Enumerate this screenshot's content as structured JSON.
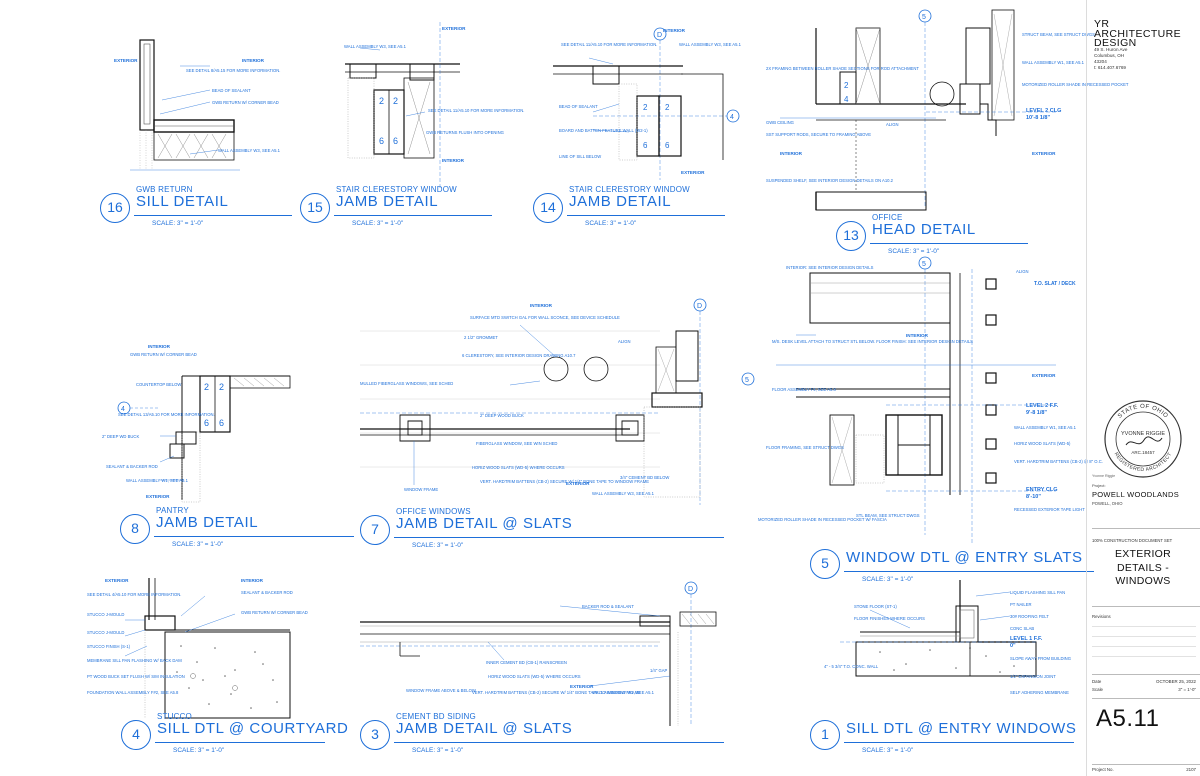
{
  "details": [
    {
      "number": "16",
      "subtitle": "GWB RETURN",
      "title": "SILL DETAIL",
      "scale": "SCALE:   3\" = 1'-0\""
    },
    {
      "number": "15",
      "subtitle": "STAIR CLERESTORY WINDOW",
      "title": "JAMB DETAIL",
      "scale": "SCALE:   3\" = 1'-0\""
    },
    {
      "number": "14",
      "subtitle": "STAIR CLERESTORY WINDOW",
      "title": "JAMB DETAIL",
      "scale": "SCALE:   3\" = 1'-0\""
    },
    {
      "number": "13",
      "subtitle": "OFFICE",
      "title": "HEAD DETAIL",
      "scale": "SCALE:   3\" = 1'-0\""
    },
    {
      "number": "8",
      "subtitle": "PANTRY",
      "title": "JAMB DETAIL",
      "scale": "SCALE:   3\" = 1'-0\""
    },
    {
      "number": "7",
      "subtitle": "OFFICE WINDOWS",
      "title": "JAMB DETAIL @ SLATS",
      "scale": "SCALE:   3\" = 1'-0\""
    },
    {
      "number": "5",
      "subtitle": "",
      "title": "WINDOW DTL @ ENTRY SLATS",
      "scale": "SCALE:   3\" = 1'-0\""
    },
    {
      "number": "4",
      "subtitle": "STUCCO",
      "title": "SILL DTL @ COURTYARD",
      "scale": "SCALE:   3\" = 1'-0\""
    },
    {
      "number": "3",
      "subtitle": "CEMENT BD SIDING",
      "title": "JAMB DETAIL @ SLATS",
      "scale": "SCALE:   3\" = 1'-0\""
    },
    {
      "number": "1",
      "subtitle": "",
      "title": "SILL DTL @ ENTRY WINDOWS",
      "scale": "SCALE:   3\" = 1'-0\""
    }
  ],
  "labels": {
    "exterior": "EXTERIOR",
    "interior": "INTERIOR",
    "d16": [
      "SEE DETAIL 8/A5.15 FOR MORE INFORMATION.",
      "BEAD OF SEALANT",
      "GWB RETURN W/ CORNER BEAD",
      "WALL ASSEMBLY W3, SEE A5.1"
    ],
    "d15": [
      "WALL ASSEMBLY W3, SEE A5.1",
      "SEE DETAIL 11/A5.10 FOR MORE INFORMATION.",
      "GWB RETURNS FLUSH INTO OPENING"
    ],
    "d14": [
      "SEE DETAIL 11/A5.10 FOR MORE INFORMATION.",
      "WALL ASSEMBLY W3, SEE A5.1",
      "BEAD OF SEALANT",
      "BOARD AND BATTEN FEATURE WALL (W2-1)",
      "LINE OF SILL BELOW"
    ],
    "d13": [
      "2X FRAMING BETWEEN ROLLER SHADE SECTIONS FOR ROD ATTACHMENT",
      "STRUCT BEAM, SEE STRUCT DWGS",
      "WALL ASSEMBLY W1, SEE A5.1",
      "MOTORIZED ROLLER SHADE IN RECESSED POCKET",
      "GWB CEILING",
      "ALIGN",
      "SST SUPPORT RODS, SECURE TO FRAMING ABOVE",
      "SUSPENDED SHELF, SEE INTERIOR DESIGN DETAILS ON A10.2",
      "LEVEL 2 CLG",
      "10'-8 1/8\""
    ],
    "d8": [
      "GWB RETURN W/ CORNER BEAD",
      "COUNTERTOP BELOW",
      "SEE DETAIL 13/A5.10 FOR MORE INFORMATION.",
      "2\" DEEP WD BUCK",
      "SEALANT & BACKER ROD",
      "WALL ASSEMBLY W1, SEE A5.1"
    ],
    "d7": [
      "SURFACE MTD SWITCH GAL FOR WALL SCONCE, SEE DEVICE SCHEDULE",
      "2 1/2\" GROMMET",
      "ALIGN",
      "6 CLERESTORY, SEE INTERIOR DESIGN DRAWING A10.7",
      "MULLED FIBERGLASS WINDOWS, SEE SCHED",
      "2\" DEEP WOOD BUCK",
      "FIBERGLASS WINDOW, SEE WIN SCHED",
      "HORIZ WOOD SLATS (WD-5) WHERE OCCURS",
      "VERT. HARDTRIM BATTENS (CB-2) SECURE W/ 1/4\" BONE TAPE TO WINDOW FRAME",
      "WINDOW FRAME",
      "WALL ASSEMBLY W3, SEE A5.1",
      "3/4\" CEMENT BD BELOW"
    ],
    "d5": [
      "INTERIOR: SEE INTERIOR DESIGN DETAILS",
      "ALIGN",
      "T.O. SLAT / DECK",
      "M/S. DESK LEVEL ATTACH TO STRUCT STL BELOW. FLOOR FINISH: SEE INTERIOR DESIGN DETAILS",
      "FLOOR ASSEMBLY F4, SEE A5.8",
      "FLOOR FRAMING, SEE STRUCT DWGS",
      "MOTORIZED ROLLER SHADE IN RECESSED POCKET W/ FASCIA",
      "STL BEAM, SEE STRUCT DWGS",
      "LEVEL 2 F.F.",
      "9'-8 1/8\"",
      "WALL ASSEMBLY W1, SEE A5.1",
      "HORIZ WOOD SLATS (WD-5)",
      "VERT. HARDTRIM BATTENS (CB-2) @ 8\" O.C.",
      "ENTRY CLG",
      "8'-10\"",
      "RECESSED EXTERIOR TAPE LIGHT"
    ],
    "d4": [
      "SEE DETAIL 4/A5.10 FOR MORE INFORMATION.",
      "SEALANT & BACKER ROD",
      "GWB RETURN W/ CORNER BEAD",
      "STUCCO J-MOULD",
      "STUCCO FINISH (S-1)",
      "MEMBRANE SILL PAN FLASHING W/ BACK DAM",
      "PT WOOD BUCK SET FLUSH W/ SIM INSULATION",
      "FOUNDATION WALL ASSEMBLY F#2, SEE A5.8"
    ],
    "d3": [
      "BACKER ROD & SEALANT",
      "INNER CEMENT BD (CB-1) RAINSCREEN",
      "HORIZ WOOD SLATS (WD-5) WHERE OCCURS",
      "VERT. HARDTRIM BATTENS (CB-2) SECURE W/ 1/4\" BONE TAPE TO WINDOW FRAME",
      "WINDOW FRAME ABOVE & BELOW",
      "WALL ASSEMBLY W1, SEE A5.1",
      "1/4\" GAP"
    ],
    "d1": [
      "STONE FLOOR (ST-1)",
      "FLOOR FINISHES WHERE OCCURS",
      "LIQUID FLASHING SILL PAN",
      "PT NAILER",
      "30# ROOFING FELT",
      "CONC SLAB",
      "LEVEL 1 F.F.",
      "0\"",
      "SLOPE AWAY FROM BUILDING",
      "1/2\" EXPANSION JOINT",
      "SELF ADHERING MEMBRANE",
      "4\" - 5 3/4\" T.O. CONC. WALL"
    ]
  },
  "titleblock": {
    "logo": [
      "YR",
      "ARCHITECTURE",
      "DESIGN"
    ],
    "address": [
      "49 S. Huron Ave",
      "Columbus, OH",
      "43204",
      "t: 614.407.6769"
    ],
    "seal_state": "STATE OF OHIO",
    "seal_name": "YVONNE RIGGIE",
    "seal_number": "ARC.18457",
    "seal_ring": "REGISTERED ARCHITECT",
    "seal_note": "Yvonne Riggie",
    "project_label": "Project:",
    "project_name": "POWELL WOODLANDS",
    "project_location": "POWELL, OHIO",
    "set_name": "100% CONSTRUCTION DOCUMENT SET",
    "sheet_title": "EXTERIOR DETAILS - WINDOWS",
    "revisions_label": "Revisions",
    "date_label": "Date",
    "date_value": "OCTOBER 25, 2022",
    "scale_label": "Scale",
    "scale_value": "3\" = 1'-0\"",
    "sheet_number": "A5.11",
    "project_no_label": "Project No.",
    "project_no_value": "2107"
  },
  "colors": {
    "linework": "#1e6fd9",
    "ink": "#111111",
    "hatch": "#555555"
  }
}
